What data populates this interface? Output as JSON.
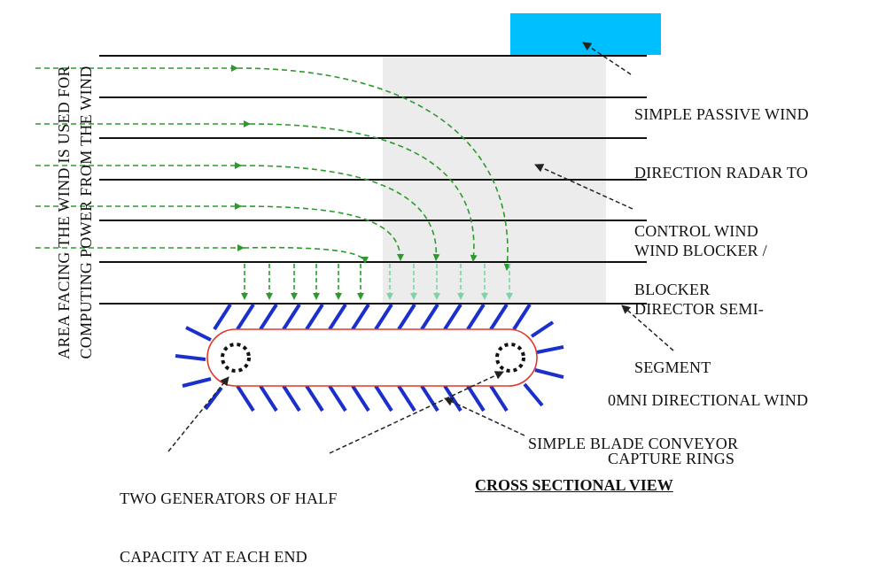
{
  "labels": {
    "vertical_line1": "AREA FACING THE WIND IS USED FOR",
    "vertical_line2": "COMPUTING POWER FROM THE WIND",
    "radar_line1": "SIMPLE PASSIVE WIND",
    "radar_line2": "DIRECTION RADAR TO",
    "radar_line3": "CONTROL WIND",
    "radar_line4": "BLOCKER",
    "blocker_line1": "WIND BLOCKER /",
    "blocker_line2": "DIRECTOR SEMI-",
    "blocker_line3": "SEGMENT",
    "rings_line1": "0MNI DIRECTIONAL WIND",
    "rings_line2": "CAPTURE RINGS",
    "conveyor": "SIMPLE BLADE CONVEYOR",
    "generators_line1": "TWO GENERATORS OF HALF",
    "generators_line2": "CAPACITY AT EACH END",
    "view_title": "CROSS SECTIONAL VIEW"
  },
  "colors": {
    "radar": "#00bfff",
    "blocker": "#ececec",
    "wind_arrow": "#2e9a2e",
    "wind_arrow_light": "#7fd3a4",
    "rings": "#111111",
    "blades": "#1a2fcc",
    "belt_outline": "#e0392b",
    "pointer": "#222222"
  }
}
